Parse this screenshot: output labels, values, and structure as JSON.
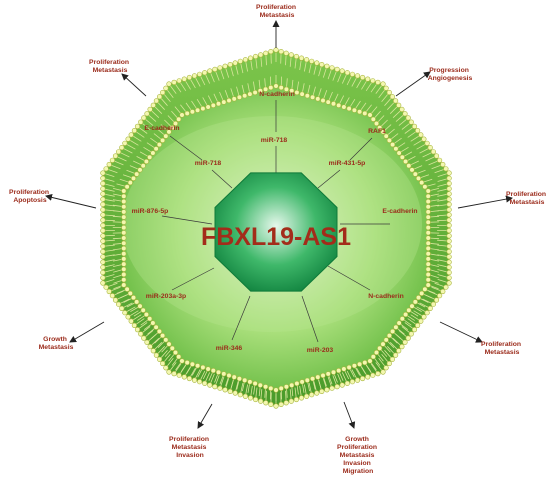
{
  "center_label": "FBXL19-AS1",
  "outcomes": [
    {
      "id": "top",
      "lines": [
        "Proliferation",
        "Metastasis"
      ]
    },
    {
      "id": "top-right",
      "lines": [
        "Progression",
        "Angiogenesis"
      ]
    },
    {
      "id": "right",
      "lines": [
        "Proliferation",
        "Metastasis"
      ]
    },
    {
      "id": "bottom-right",
      "lines": [
        "Proliferation",
        "Metastasis"
      ]
    },
    {
      "id": "bottom",
      "lines": [
        "Growth",
        "Proliferation",
        "Metastasis",
        "Invasion",
        "Migration"
      ]
    },
    {
      "id": "bottom-left",
      "lines": [
        "Proliferation",
        "Metastasis",
        "Invasion"
      ]
    },
    {
      "id": "left-low",
      "lines": [
        "Growth",
        "Metastasis"
      ]
    },
    {
      "id": "left",
      "lines": [
        "Proliferation",
        "Apoptosis"
      ]
    },
    {
      "id": "top-left",
      "lines": [
        "Proliferation",
        "Metastasis"
      ]
    }
  ],
  "membrane_targets": [
    {
      "id": "n-cadherin-top",
      "label": "N-cadherin"
    },
    {
      "id": "raf1",
      "label": "RAF1"
    },
    {
      "id": "e-cadherin-right",
      "label": "E-cadherin"
    },
    {
      "id": "n-cadherin-right",
      "label": "N-cadherin"
    },
    {
      "id": "e-cadherin-left",
      "label": "E-cadherin"
    }
  ],
  "mirnas": [
    {
      "id": "mir-718-top",
      "label": "miR-718"
    },
    {
      "id": "mir-431-5p",
      "label": "miR-431-5p"
    },
    {
      "id": "mir-203",
      "label": "miR-203"
    },
    {
      "id": "mir-346",
      "label": "miR-346"
    },
    {
      "id": "mir-203a-3p",
      "label": "miR-203a-3p"
    },
    {
      "id": "mir-876-5p",
      "label": "miR-876-5p"
    },
    {
      "id": "mir-718-left",
      "label": "miR-718"
    }
  ]
}
